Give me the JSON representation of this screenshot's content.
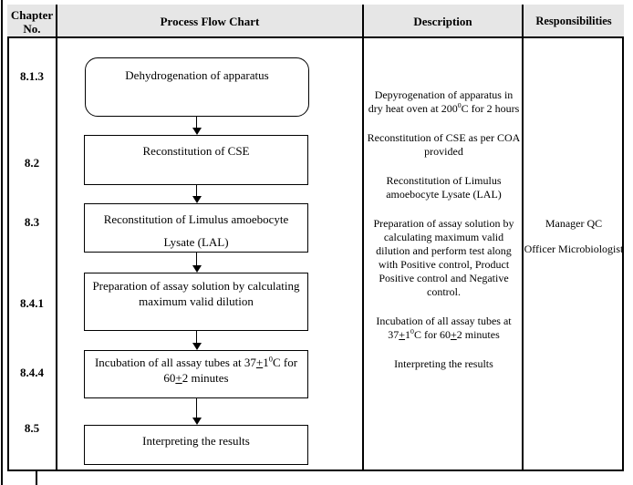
{
  "header": {
    "chapter": "Chapter No.",
    "flow": "Process Flow Chart",
    "description": "Description",
    "responsibilities": "Responsibilities"
  },
  "chapters": [
    "8.1.3",
    "8.2",
    "8.3",
    "8.4.1",
    "8.4.4",
    "8.5"
  ],
  "flowchart": {
    "boxes": [
      {
        "shape": "rounded",
        "text": "Dehydrogenation of apparatus"
      },
      {
        "shape": "rect",
        "text": "Reconstitution of CSE"
      },
      {
        "shape": "rect",
        "text": "Reconstitution of Limulus amoebocyte Lysate (LAL)"
      },
      {
        "shape": "rect",
        "text": "Preparation of assay solution by calculating maximum valid dilution"
      },
      {
        "shape": "rect",
        "rich": [
          {
            "t": "Incubation of all assay tubes at 37"
          },
          {
            "t": "+",
            "u": true
          },
          {
            "t": "1"
          },
          {
            "t": "0",
            "sup": true
          },
          {
            "t": "C for 60"
          },
          {
            "t": "+",
            "u": true
          },
          {
            "t": "2 minutes"
          }
        ]
      },
      {
        "shape": "rect",
        "text": "Interpreting the results"
      }
    ]
  },
  "description": {
    "paragraphs": [
      {
        "rich": [
          {
            "t": "Depyrogenation of apparatus in dry heat oven at 200"
          },
          {
            "t": "0",
            "sup": true
          },
          {
            "t": "C for 2 hours"
          }
        ]
      },
      {
        "text": "Reconstitution of CSE as per COA provided"
      },
      {
        "text": "Reconstitution of Limulus amoebocyte Lysate (LAL)"
      },
      {
        "text": "Preparation of assay solution by calculating maximum valid dilution and perform test along with Positive control, Product Positive control and Negative control."
      },
      {
        "rich": [
          {
            "t": "Incubation of all assay tubes at 37"
          },
          {
            "t": "+",
            "u": true
          },
          {
            "t": "1"
          },
          {
            "t": "0",
            "sup": true
          },
          {
            "t": "C for 60"
          },
          {
            "t": "+",
            "u": true
          },
          {
            "t": "2 minutes"
          }
        ]
      },
      {
        "text": "Interpreting the results"
      }
    ]
  },
  "responsibilities": {
    "line1": "Manager QC",
    "line2": "Officer Microbiologist"
  },
  "colors": {
    "header_bg": "#e6e6e6",
    "border": "#000000",
    "text": "#000000"
  }
}
